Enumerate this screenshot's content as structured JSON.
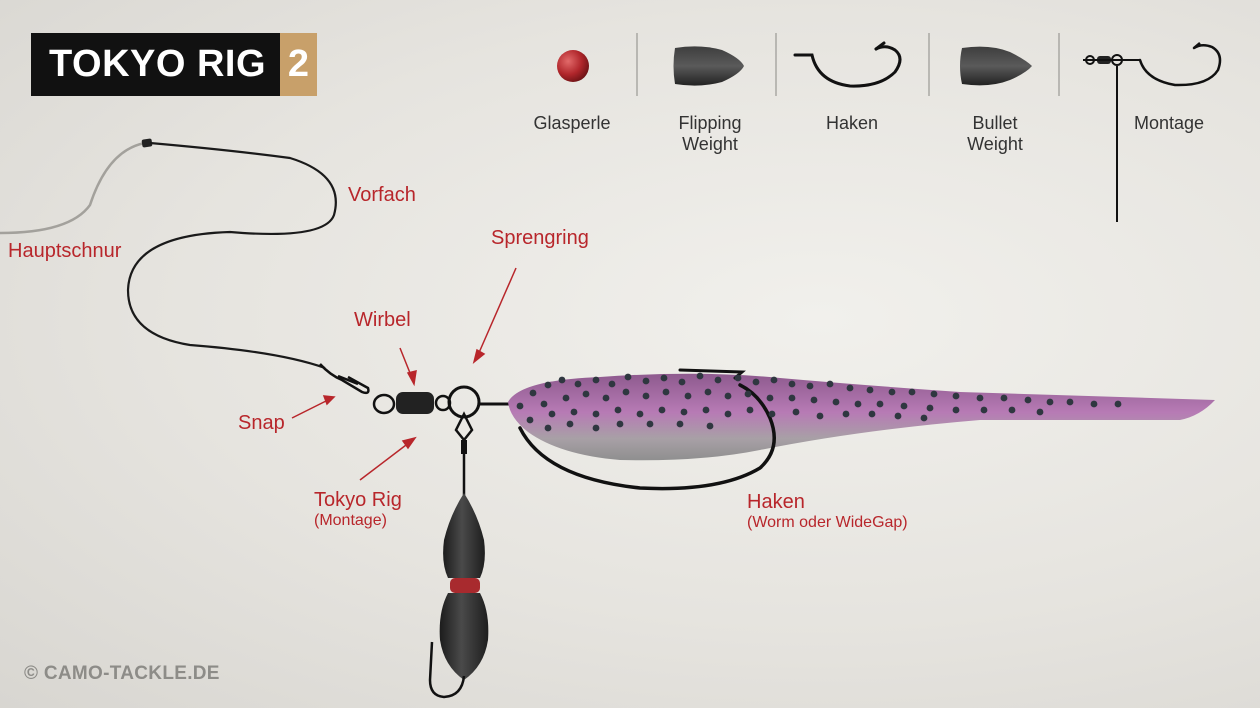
{
  "title": {
    "main": "TOKYO RIG",
    "number": "2"
  },
  "legend": {
    "glasperle": "Glasperle",
    "flipping_weight": [
      "Flipping",
      "Weight"
    ],
    "haken": "Haken",
    "bullet_weight": [
      "Bullet",
      "Weight"
    ],
    "montage": "Montage"
  },
  "labels": {
    "vorfach": "Vorfach",
    "hauptschnur": "Hauptschnur",
    "sprengring": "Sprengring",
    "wirbel": "Wirbel",
    "snap": "Snap",
    "tokyo_rig": "Tokyo Rig",
    "tokyo_rig_sub": "(Montage)",
    "haken": "Haken",
    "haken_sub": "(Worm oder WideGap)"
  },
  "copyright": "© CAMO-TACKLE.DE",
  "colors": {
    "label": "#b8262b",
    "title_bg": "#111111",
    "title_accent": "#c8a06a",
    "bait": "#a06a9f",
    "bead": "#b0262b"
  }
}
